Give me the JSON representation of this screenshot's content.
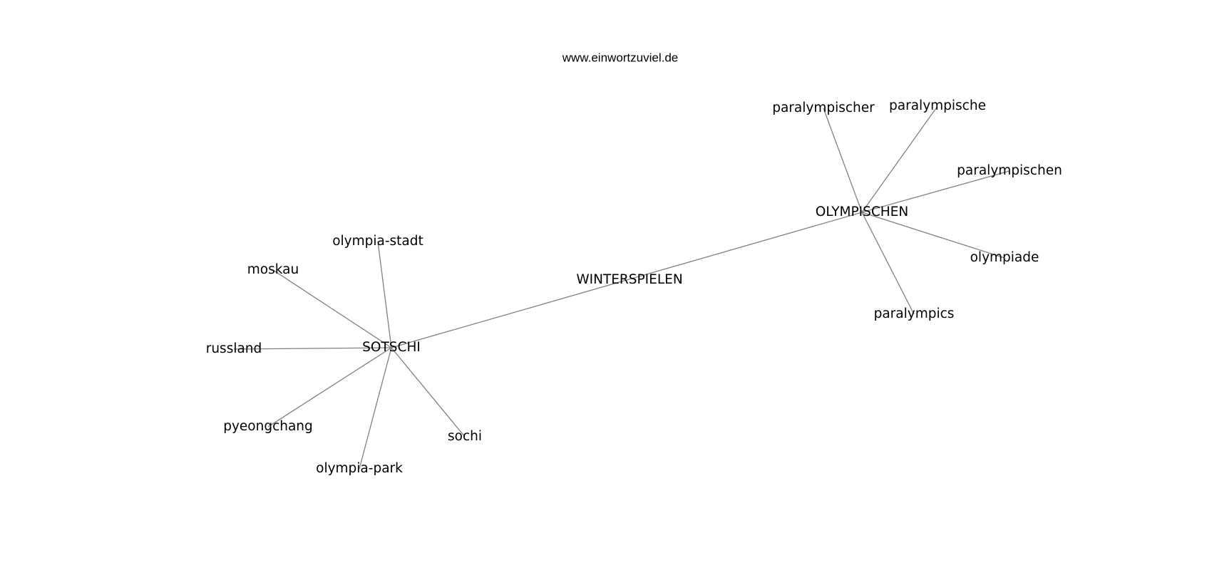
{
  "watermark": "www.einwortzuviel.de",
  "graph": {
    "center": "WINTERSPIELEN",
    "hubs": [
      "SOTSCHI",
      "OLYMPISCHEN"
    ],
    "nodes": [
      "WINTERSPIELEN",
      "SOTSCHI",
      "OLYMPISCHEN",
      "olympia-stadt",
      "moskau",
      "russland",
      "pyeongchang",
      "olympia-park",
      "sochi",
      "paralympischer",
      "paralympische",
      "paralympischen",
      "olympiade",
      "paralympics"
    ],
    "edges": [
      [
        "SOTSCHI",
        "OLYMPISCHEN"
      ],
      [
        "SOTSCHI",
        "olympia-stadt"
      ],
      [
        "SOTSCHI",
        "moskau"
      ],
      [
        "SOTSCHI",
        "russland"
      ],
      [
        "SOTSCHI",
        "pyeongchang"
      ],
      [
        "SOTSCHI",
        "olympia-park"
      ],
      [
        "SOTSCHI",
        "sochi"
      ],
      [
        "OLYMPISCHEN",
        "paralympischer"
      ],
      [
        "OLYMPISCHEN",
        "paralympische"
      ],
      [
        "OLYMPISCHEN",
        "paralympischen"
      ],
      [
        "OLYMPISCHEN",
        "olympiade"
      ],
      [
        "OLYMPISCHEN",
        "paralympics"
      ]
    ]
  }
}
